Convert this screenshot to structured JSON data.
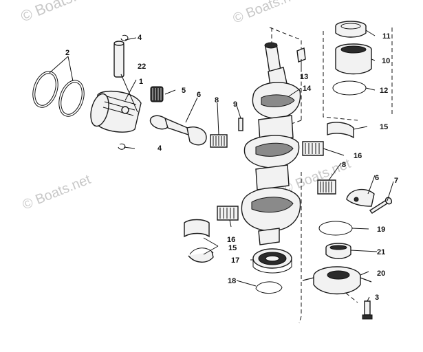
{
  "watermarks": [
    "© Boats.net",
    "© Boats.net",
    "© Boats.net",
    "© Boats.net"
  ],
  "callouts": [
    "4",
    "22",
    "2",
    "1",
    "5",
    "6",
    "8",
    "9",
    "4",
    "13",
    "14",
    "11",
    "10",
    "12",
    "15",
    "16",
    "8",
    "6",
    "7",
    "16",
    "15",
    "19",
    "21",
    "17",
    "20",
    "18",
    "3"
  ]
}
